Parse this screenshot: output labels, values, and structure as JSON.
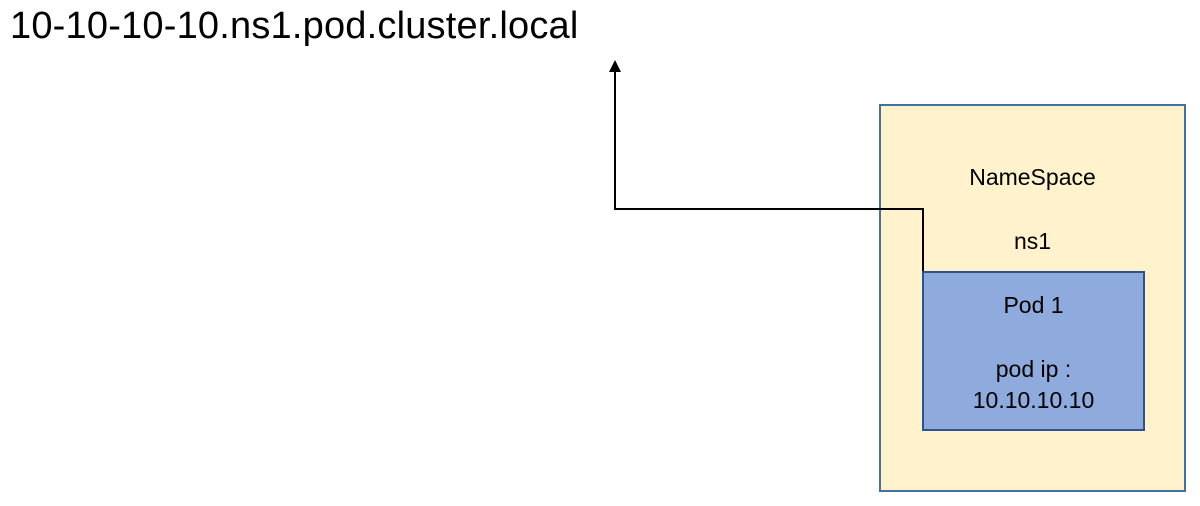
{
  "diagram": {
    "dns_name": "10-10-10-10.ns1.pod.cluster.local",
    "namespace": {
      "title": "NameSpace",
      "name": "ns1"
    },
    "pod": {
      "title": "Pod 1",
      "ip_label": "pod ip :",
      "ip_value": "10.10.10.10"
    }
  },
  "colors": {
    "namespace_fill": "#fff2cc",
    "namespace_border": "#41719c",
    "pod_fill": "#8faadc",
    "pod_border": "#2f528f",
    "connector": "#000000"
  }
}
